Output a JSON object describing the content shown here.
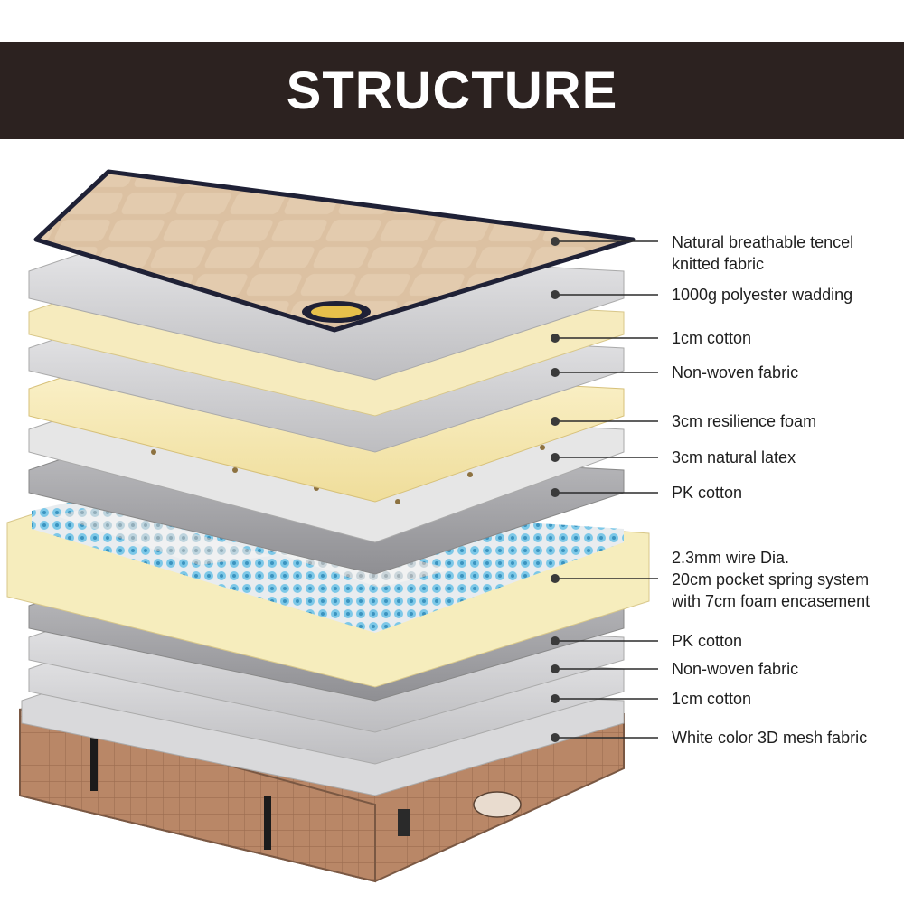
{
  "banner": {
    "title": "STRUCTURE"
  },
  "colors": {
    "banner_bg": "#2c2220",
    "tencel_top": "#d9bd9e",
    "border_navy": "#1f2136",
    "gray_sheet": "#cfcfd1",
    "cotton_yellow": "#f7eab8",
    "foam_yellow": "#f1df9a",
    "spring_blue": "#6fc4e6",
    "base_brown": "#b98767"
  },
  "layers": [
    {
      "lines": [
        "Natural breathable tencel",
        "knitted fabric"
      ]
    },
    {
      "lines": [
        "1000g polyester wadding"
      ]
    },
    {
      "lines": [
        "1cm cotton"
      ]
    },
    {
      "lines": [
        "Non-woven fabric"
      ]
    },
    {
      "lines": [
        "3cm resilience foam"
      ]
    },
    {
      "lines": [
        "3cm natural latex"
      ]
    },
    {
      "lines": [
        "PK cotton"
      ]
    },
    {
      "lines": [
        "2.3mm wire Dia.",
        "20cm pocket spring system",
        "with 7cm foam encasement"
      ]
    },
    {
      "lines": [
        "PK cotton"
      ]
    },
    {
      "lines": [
        "Non-woven fabric"
      ]
    },
    {
      "lines": [
        "1cm cotton"
      ]
    },
    {
      "lines": [
        "White color 3D mesh fabric"
      ]
    }
  ]
}
